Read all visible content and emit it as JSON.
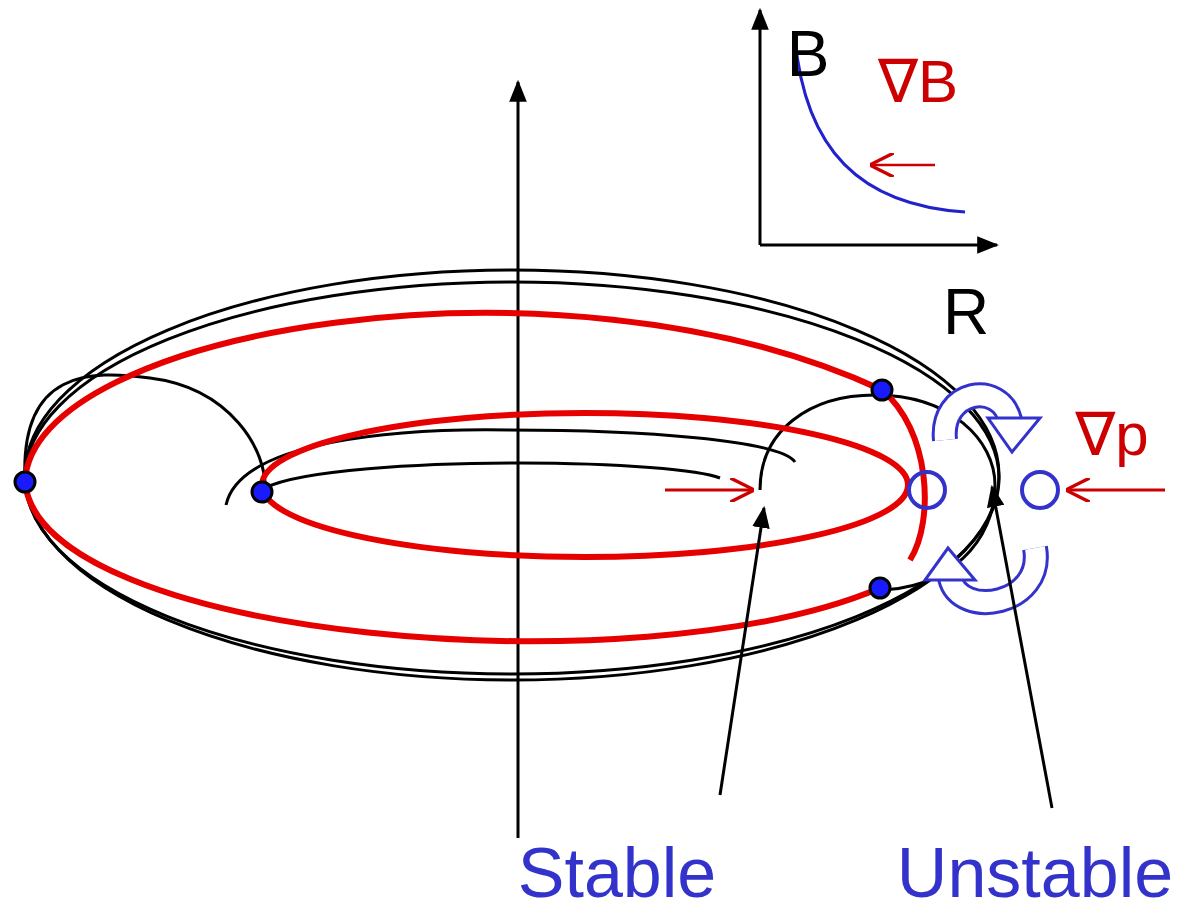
{
  "diagram": {
    "labels": [
      "B",
      "∇B",
      "R",
      "∇p",
      "Stable",
      "Unstable"
    ]
  }
}
